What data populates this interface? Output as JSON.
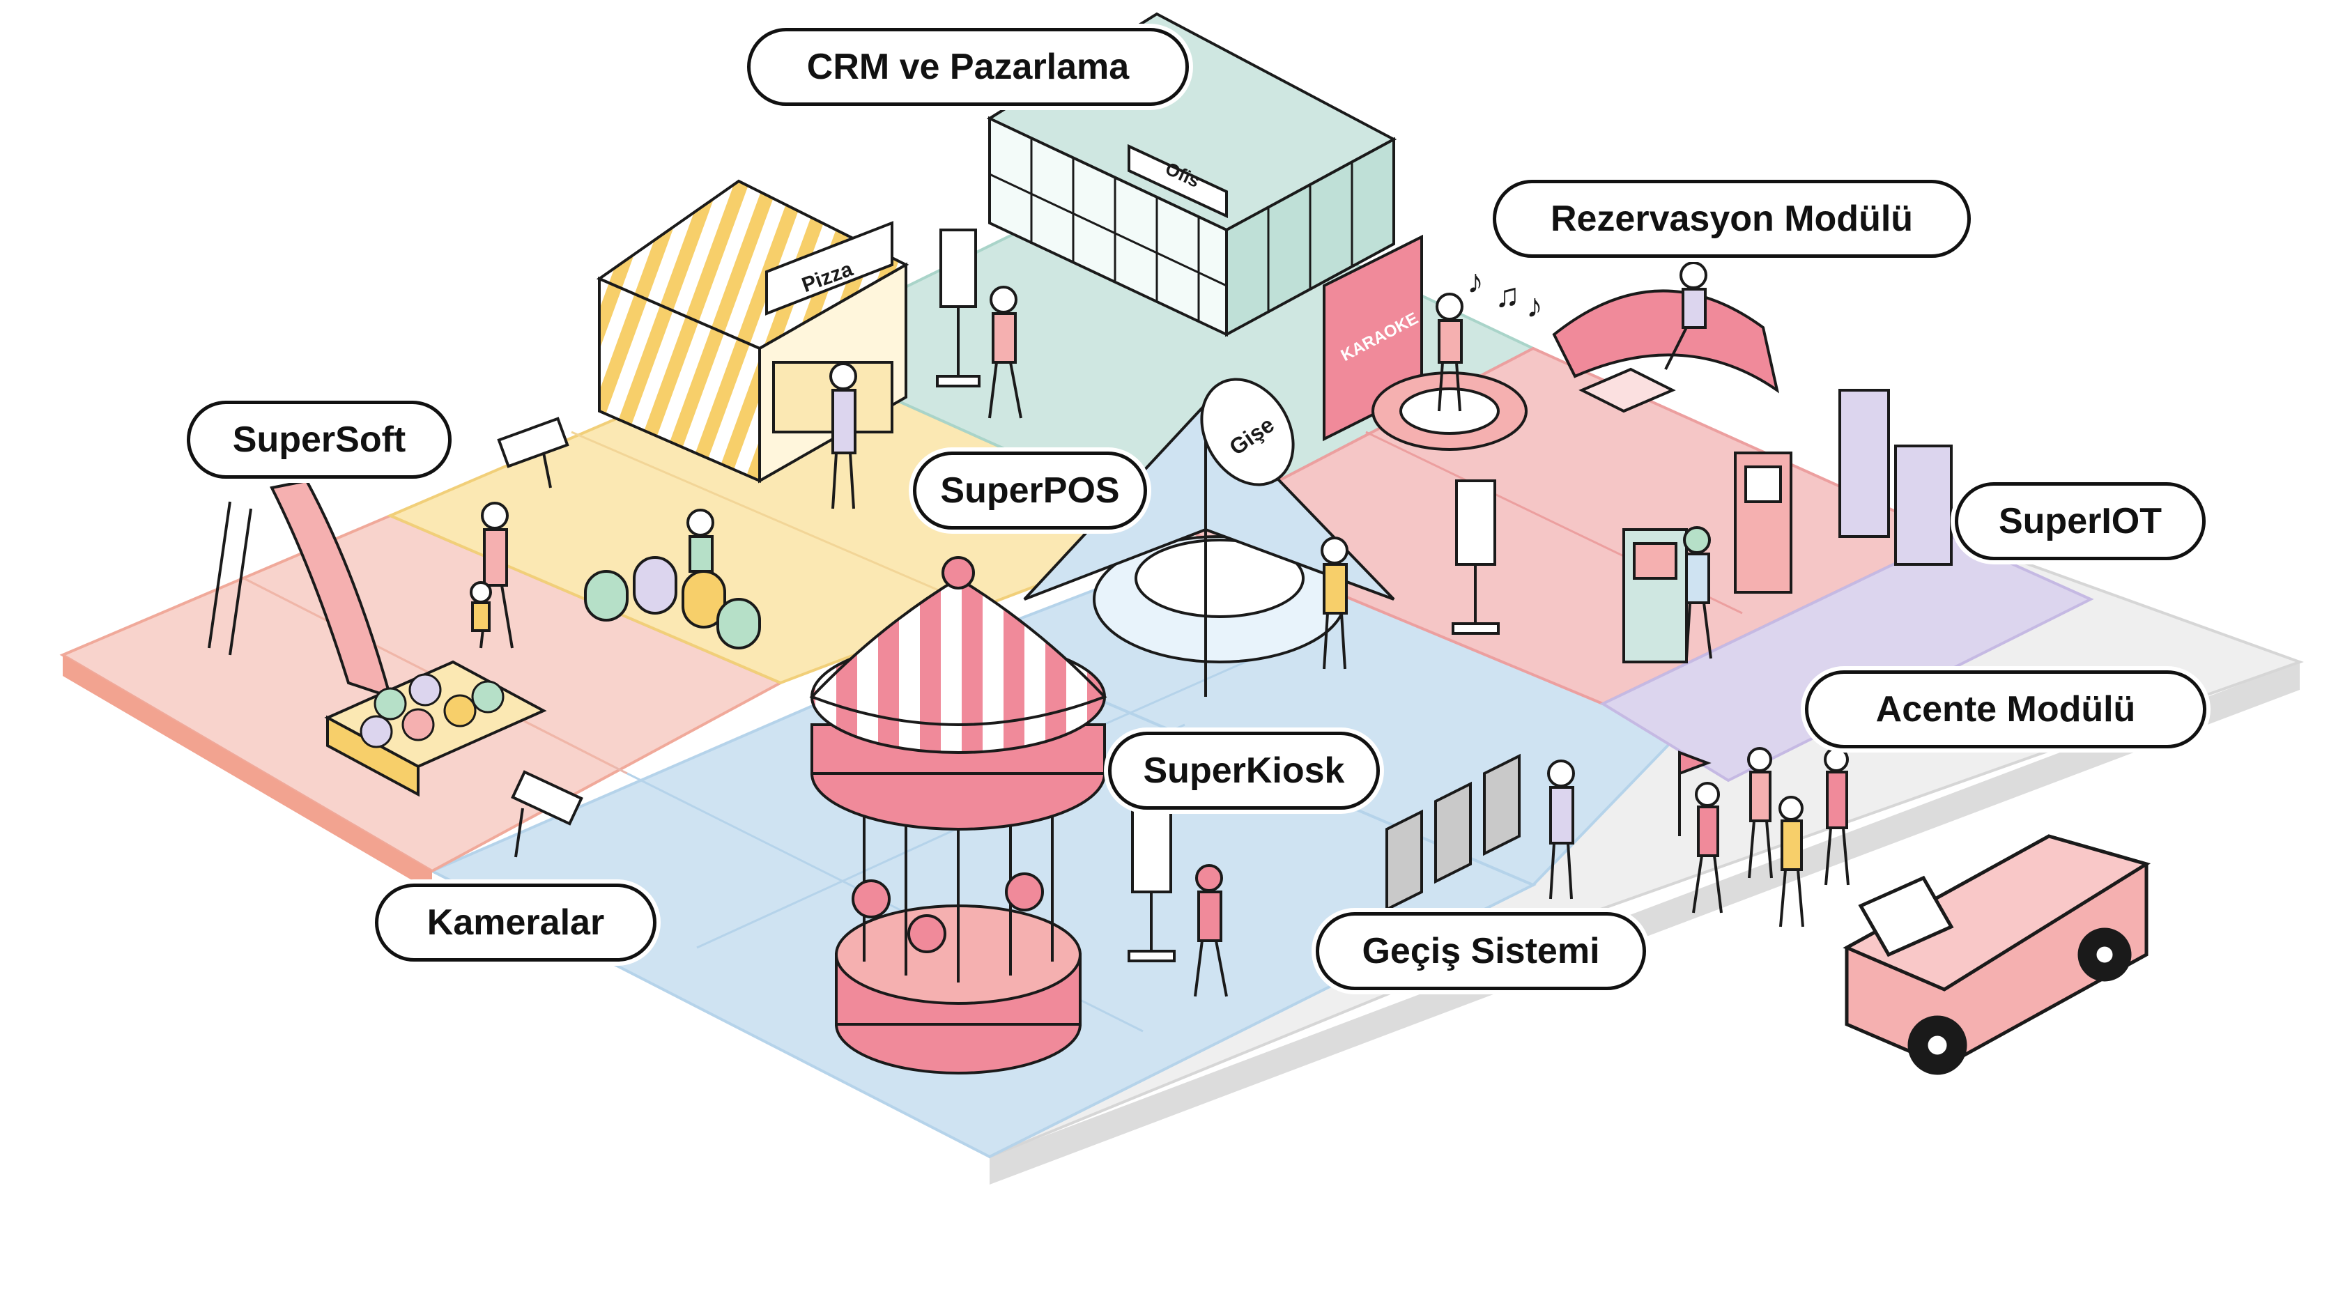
{
  "labels": {
    "crm": "CRM ve Pazarlama",
    "rezervasyon": "Rezervasyon Modülü",
    "supersoft": "SuperSoft",
    "superpos": "SuperPOS",
    "superiot": "SuperIOT",
    "acente": "Acente Modülü",
    "superkiosk": "SuperKiosk",
    "gecis": "Geçiş Sistemi",
    "kameralar": "Kameralar"
  },
  "signs": {
    "ofis": "Ofis",
    "pizza": "Pizza",
    "gise": "Gişe",
    "karaoke": "KARAOKE"
  },
  "zones": [
    {
      "name": "ofis",
      "color": "#cfe7e1"
    },
    {
      "name": "yemek",
      "color": "#fbe8b3"
    },
    {
      "name": "oyun-alani",
      "color": "#f8d3cc"
    },
    {
      "name": "eglence",
      "color": "#f5c6c6"
    },
    {
      "name": "meydan",
      "color": "#cfe3f2"
    },
    {
      "name": "iot",
      "color": "#dcd5ee"
    },
    {
      "name": "giris",
      "color": "#efefef"
    }
  ],
  "colors": {
    "accent_pink": "#f08a9a",
    "outline": "#1a1a1a",
    "label_border": "#111111"
  }
}
